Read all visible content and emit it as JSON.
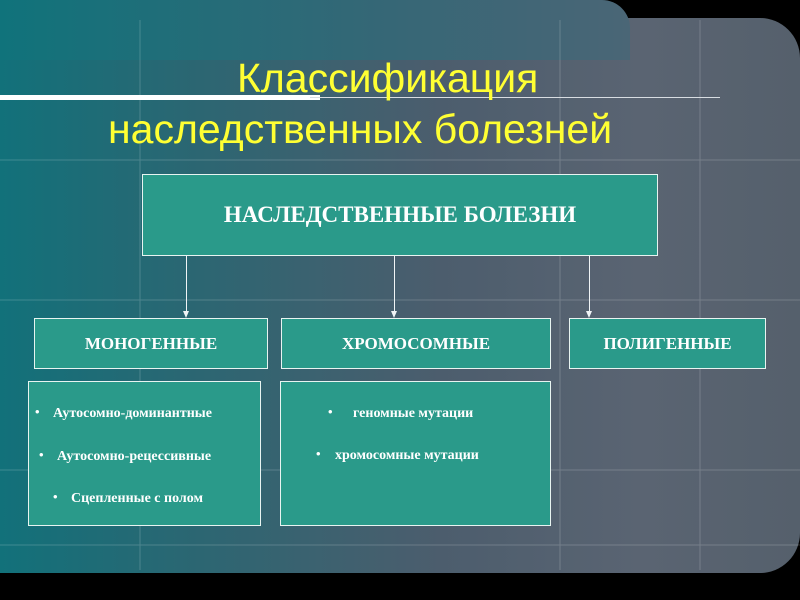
{
  "title": {
    "line1": "Классификация",
    "line2": "наследственных болезней"
  },
  "diagram": {
    "root": "НАСЛЕДСТВЕННЫЕ БОЛЕЗНИ",
    "categories": [
      "МОНОГЕННЫЕ",
      "ХРОМОСОМНЫЕ",
      "ПОЛИГЕННЫЕ"
    ],
    "monogenic_items": [
      "Аутосомно-доминантные",
      "Аутосомно-рецессивные",
      "Сцепленные с полом"
    ],
    "chromosomal_items": [
      "геномные мутации",
      "хромосомные мутации"
    ],
    "bullet": "•"
  },
  "colors": {
    "title": "#ffff33",
    "box_fill": "#2a9a8a",
    "box_border": "#e8f4f1",
    "text": "#ffffff"
  }
}
